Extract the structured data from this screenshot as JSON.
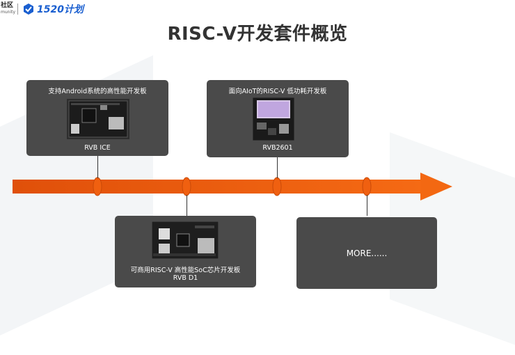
{
  "header": {
    "left_logo_line1": "社区",
    "left_logo_line2": "munity",
    "brand_logo_text": "1520计划"
  },
  "title": "RISC-V开发套件概览",
  "cards": [
    {
      "caption": "支持Android系统的高性能开发板",
      "name": "RVB ICE"
    },
    {
      "caption": "面向AIoT的RISC-V 低功耗开发板",
      "name": "RVB2601"
    },
    {
      "caption": "可商用RISC-V 高性能SoC芯片开发板",
      "name": "RVB D1"
    },
    {
      "name": "MORE......"
    }
  ],
  "colors": {
    "card_bg": "#4a4a4a",
    "arrow": "#f06010",
    "title": "#333333",
    "brand": "#1a5fd0"
  }
}
